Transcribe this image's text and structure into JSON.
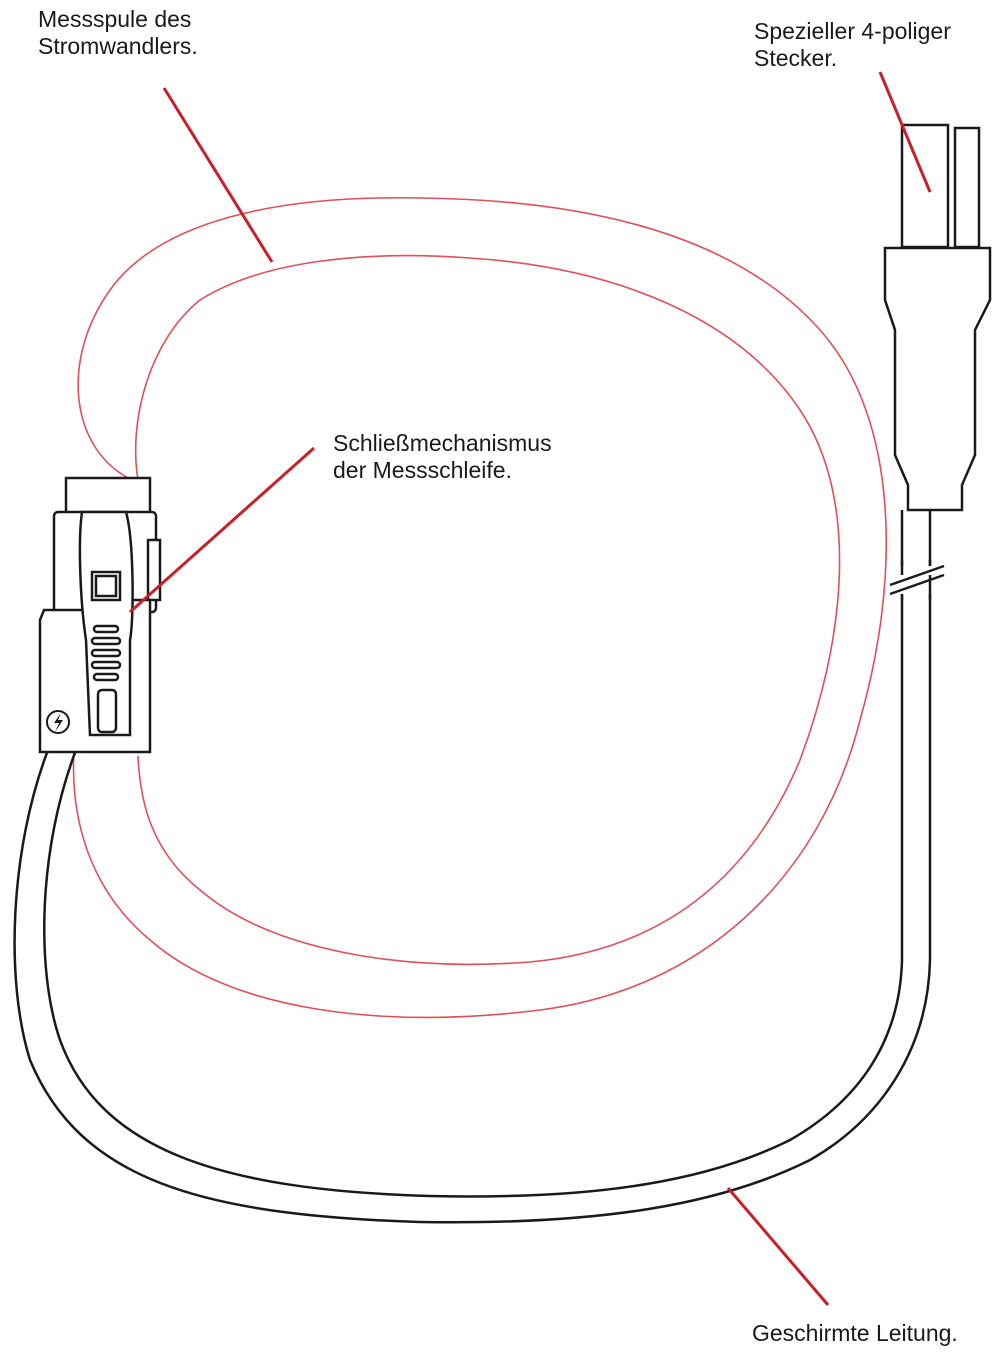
{
  "labels": {
    "coil": {
      "line1": "Messspule des",
      "line2": "Stromwandlers."
    },
    "plug": {
      "line1": "Spezieller 4-poliger",
      "line2": "Stecker."
    },
    "lock": {
      "line1": "Schließmechanismus",
      "line2": "der Messschleife."
    },
    "cable": {
      "line1": "Geschirmte Leitung."
    }
  },
  "colors": {
    "leader": "#c8202a",
    "coil": "#e0505a",
    "outline": "#1a1a1a",
    "background": "#ffffff"
  },
  "icons": {
    "insulation_symbol": "lightning-in-circle-icon"
  }
}
